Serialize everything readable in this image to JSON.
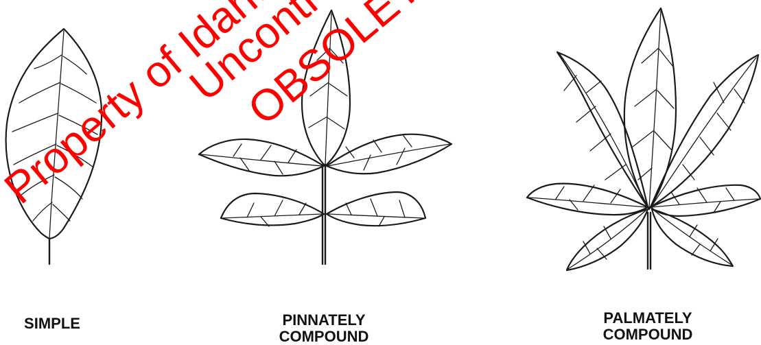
{
  "watermark": {
    "line1": "Property of Idaho",
    "line2": "Uncontrolled",
    "line3": "OBSOLETE",
    "color": "#ff0000"
  },
  "leaves": {
    "simple": {
      "label_lines": [
        "SIMPLE"
      ]
    },
    "pinnately_compound": {
      "label_lines": [
        "PINNATELY",
        "COMPOUND"
      ]
    },
    "palmately_compound": {
      "label_lines": [
        "PALMATELY",
        "COMPOUND"
      ]
    }
  }
}
